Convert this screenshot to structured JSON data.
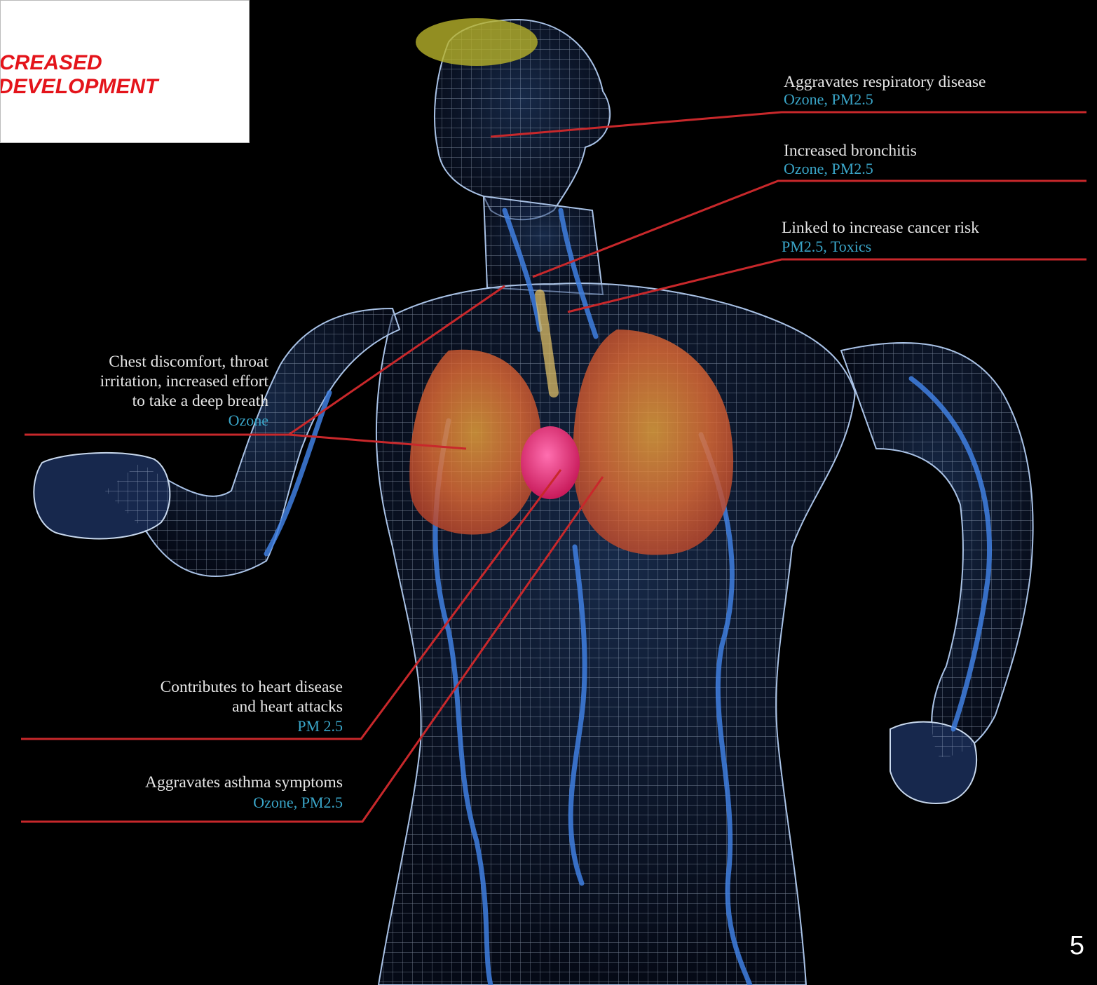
{
  "note": {
    "line1": "CREASED",
    "line2": "DEVELOPMENT"
  },
  "callouts": {
    "respiratory": {
      "effect": "Aggravates respiratory disease",
      "pollutants": "Ozone, PM2.5"
    },
    "bronchitis": {
      "effect": "Increased bronchitis",
      "pollutants": "Ozone, PM2.5"
    },
    "cancer": {
      "effect": "Linked to increase cancer risk",
      "pollutants": "PM2.5, Toxics"
    },
    "chest": {
      "line1": "Chest discomfort, throat",
      "line2": "irritation, increased effort",
      "line3": "to take a deep breath",
      "pollutants": "Ozone"
    },
    "heart": {
      "line1": "Contributes to heart disease",
      "line2": "and heart attacks",
      "pollutants": "PM 2.5"
    },
    "asthma": {
      "effect": "Aggravates asthma symptoms",
      "pollutants": "Ozone, PM2.5"
    }
  },
  "page_number": "5",
  "colors": {
    "background": "#000000",
    "leader_line": "#c8282b",
    "caption_text": "#e6e6e6",
    "pollutant_text": "#3aa6c9",
    "note_text": "#e4141b",
    "highlight": "#b7b12a"
  }
}
